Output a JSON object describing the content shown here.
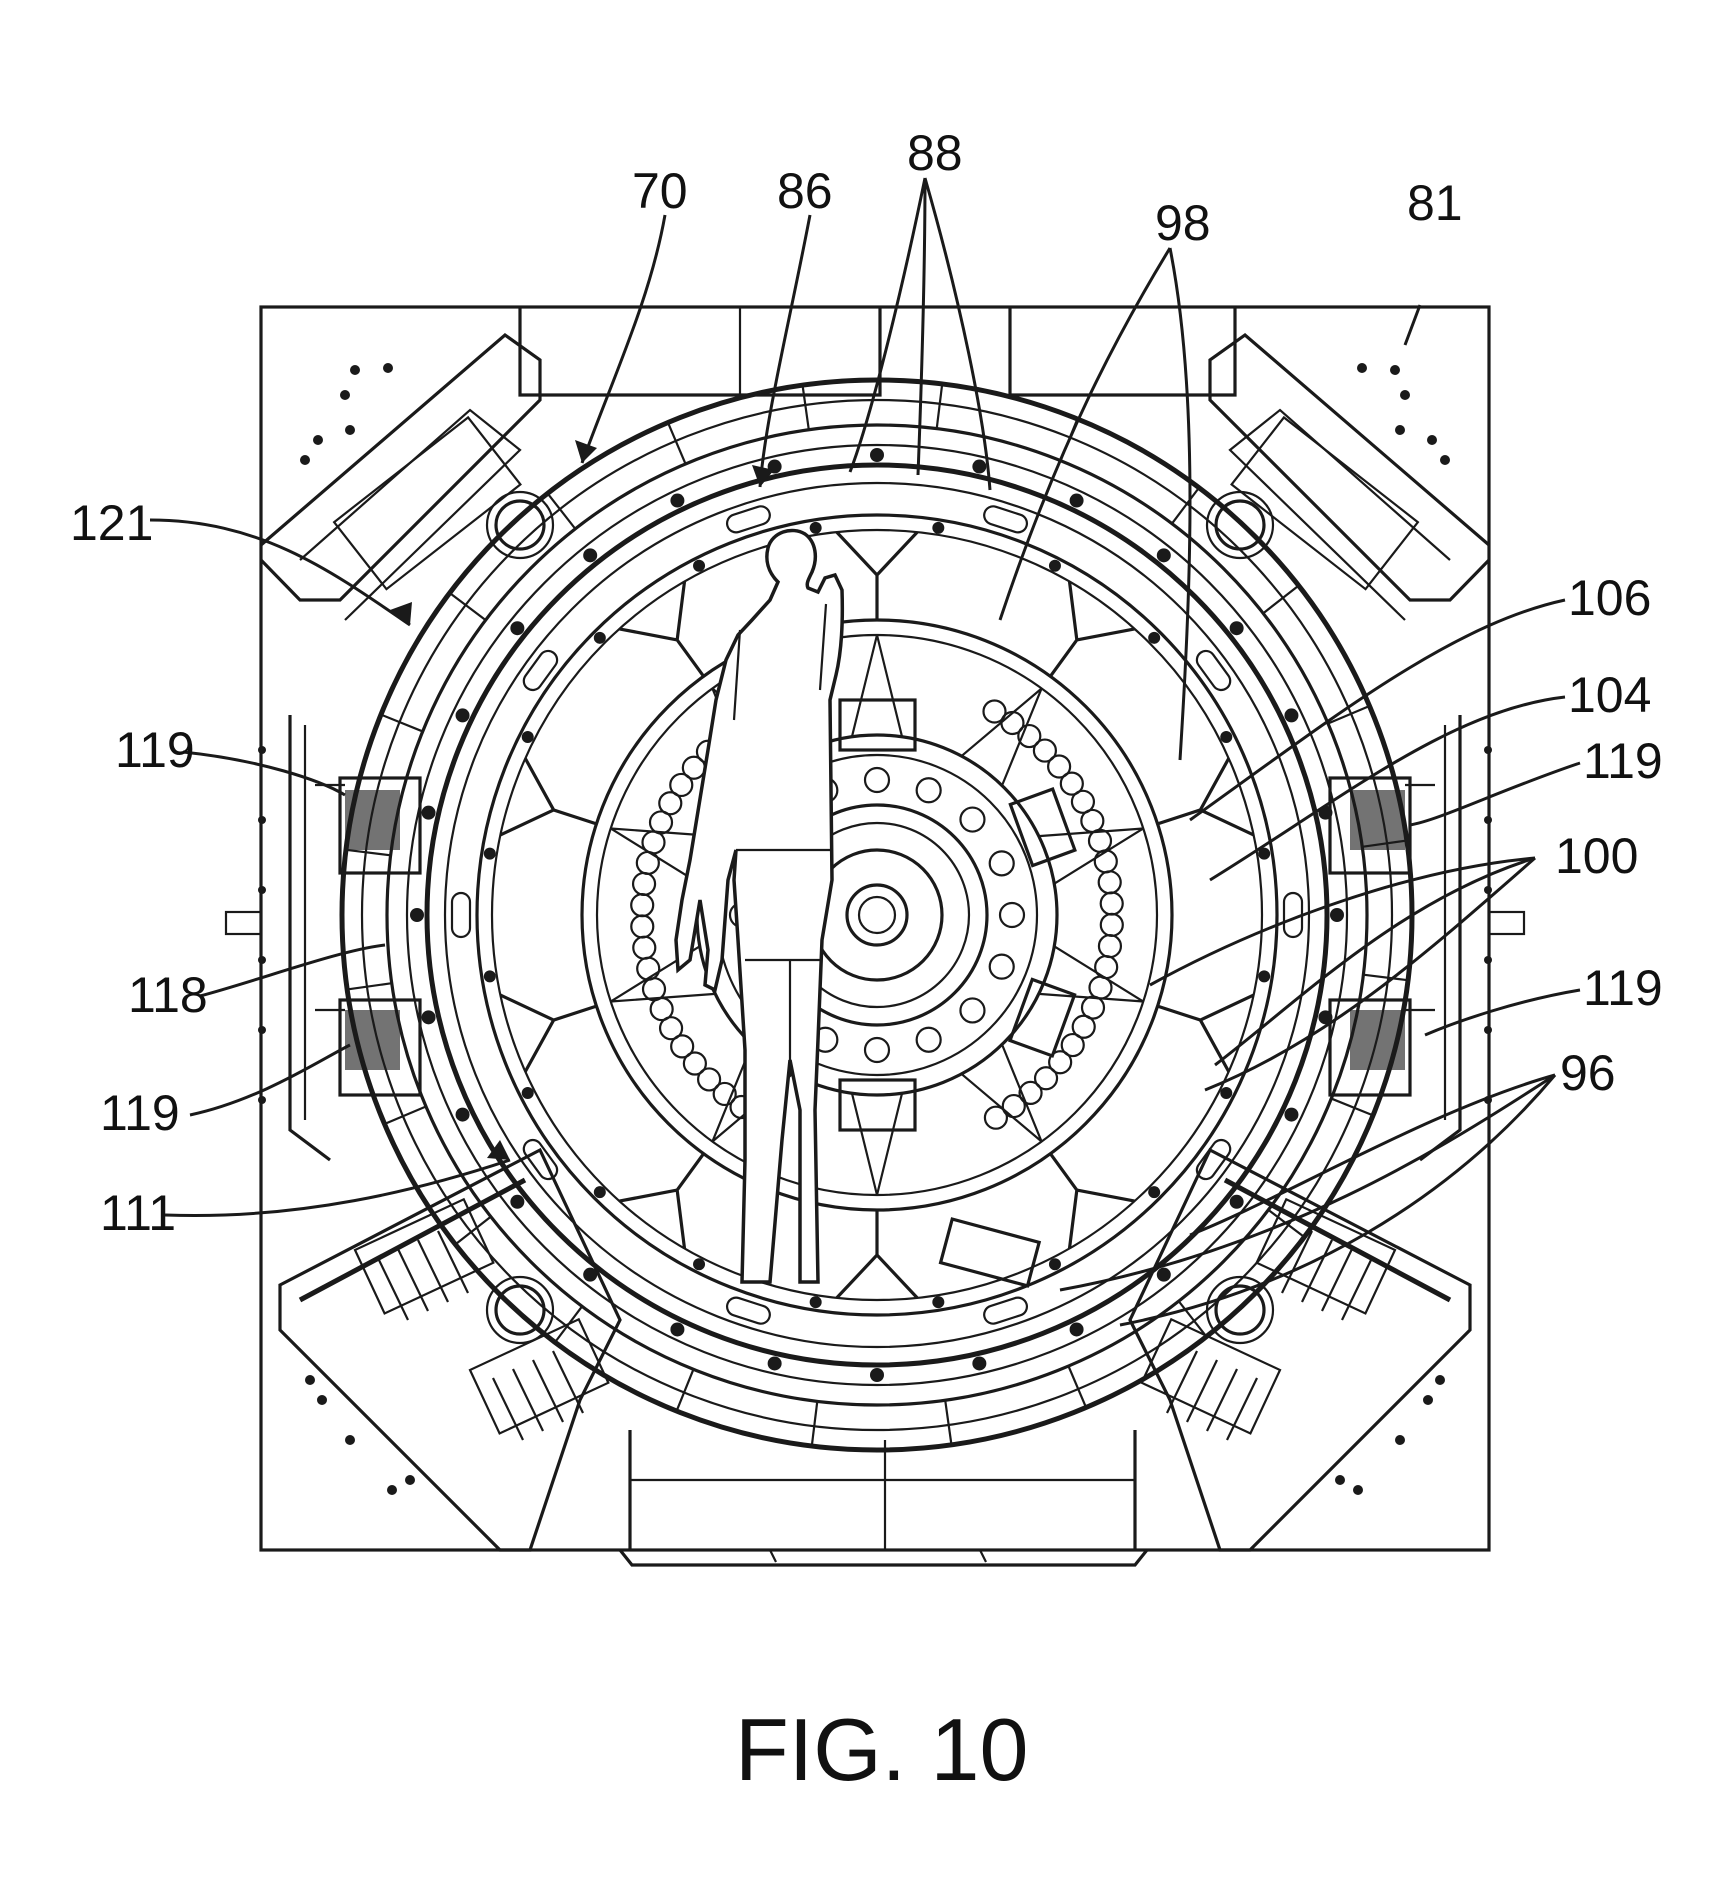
{
  "figure": {
    "caption": "FIG. 10",
    "reference_labels": {
      "r70": "70",
      "r86": "86",
      "r88": "88",
      "r98": "98",
      "r81": "81",
      "r121": "121",
      "r106": "106",
      "r104": "104",
      "r119_left_top": "119",
      "r119_right_top": "119",
      "r100": "100",
      "r118": "118",
      "r119_right_bottom": "119",
      "r119_left_bottom": "119",
      "r96": "96",
      "r111": "111"
    }
  }
}
